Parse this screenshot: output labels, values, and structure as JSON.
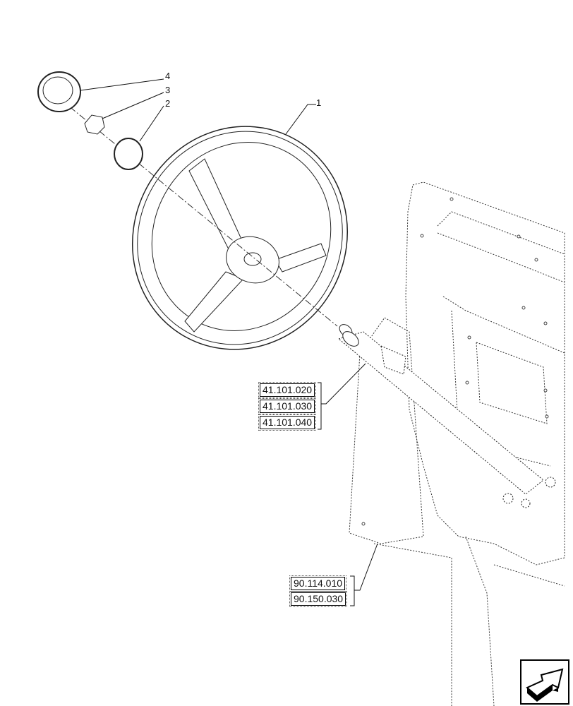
{
  "callouts": [
    {
      "id": "1",
      "label": "1"
    },
    {
      "id": "2",
      "label": "2"
    },
    {
      "id": "3",
      "label": "3"
    },
    {
      "id": "4",
      "label": "4"
    }
  ],
  "references": {
    "steering_column": [
      "41.101.020",
      "41.101.030",
      "41.101.040"
    ],
    "cab": [
      "90.114.010",
      "90.150.030"
    ]
  },
  "icons": {
    "navigation": "next-page-arrow-icon"
  }
}
